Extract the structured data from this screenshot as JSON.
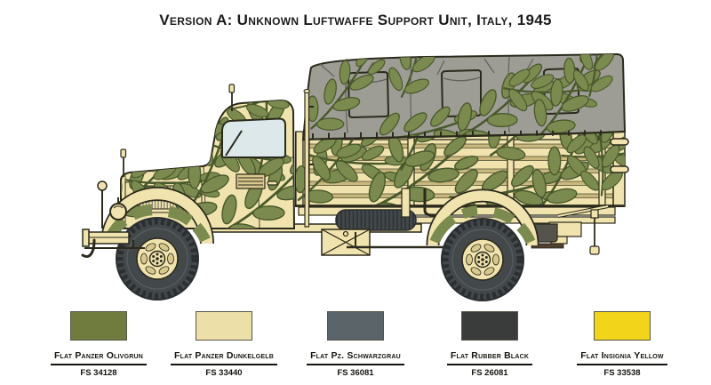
{
  "title": "Version A: Unknown Luftwaffe Support Unit, Italy, 1945",
  "palette": {
    "olivgrun": "#6f7c3e",
    "dunkelgelb": "#ecdfa8",
    "schwarzgrau": "#5a6469",
    "rubber-black": "#3a3c3b",
    "insignia-yellow": "#f2d51b",
    "body-tan": "#f0e3ae",
    "body-shade": "#d9c88d",
    "outline": "#2b2a1c",
    "camo-green": "#7b8a4e",
    "camo-dark": "#49592c",
    "tarp-gray": "#9d9d95",
    "tarp-dark": "#62625a",
    "glass": "#dce8ea",
    "tire": "#43484b",
    "tire-dark": "#2b2f31",
    "slat-gap": "#c9b87e"
  },
  "legend": {
    "items": [
      {
        "name": "Flat Panzer Olivgrun",
        "fs": "FS 34128",
        "color": "#6f7c3e"
      },
      {
        "name": "Flat Panzer Dunkelgelb",
        "fs": "FS 33440",
        "color": "#ecdfa8"
      },
      {
        "name": "Flat Pz. Schwarzgrau",
        "fs": "FS 36081",
        "color": "#5a6469"
      },
      {
        "name": "Flat Rubber Black",
        "fs": "FS 26081",
        "color": "#3a3c3b"
      },
      {
        "name": "Flat Insignia Yellow",
        "fs": "FS 33538",
        "color": "#f2d51b"
      }
    ]
  }
}
